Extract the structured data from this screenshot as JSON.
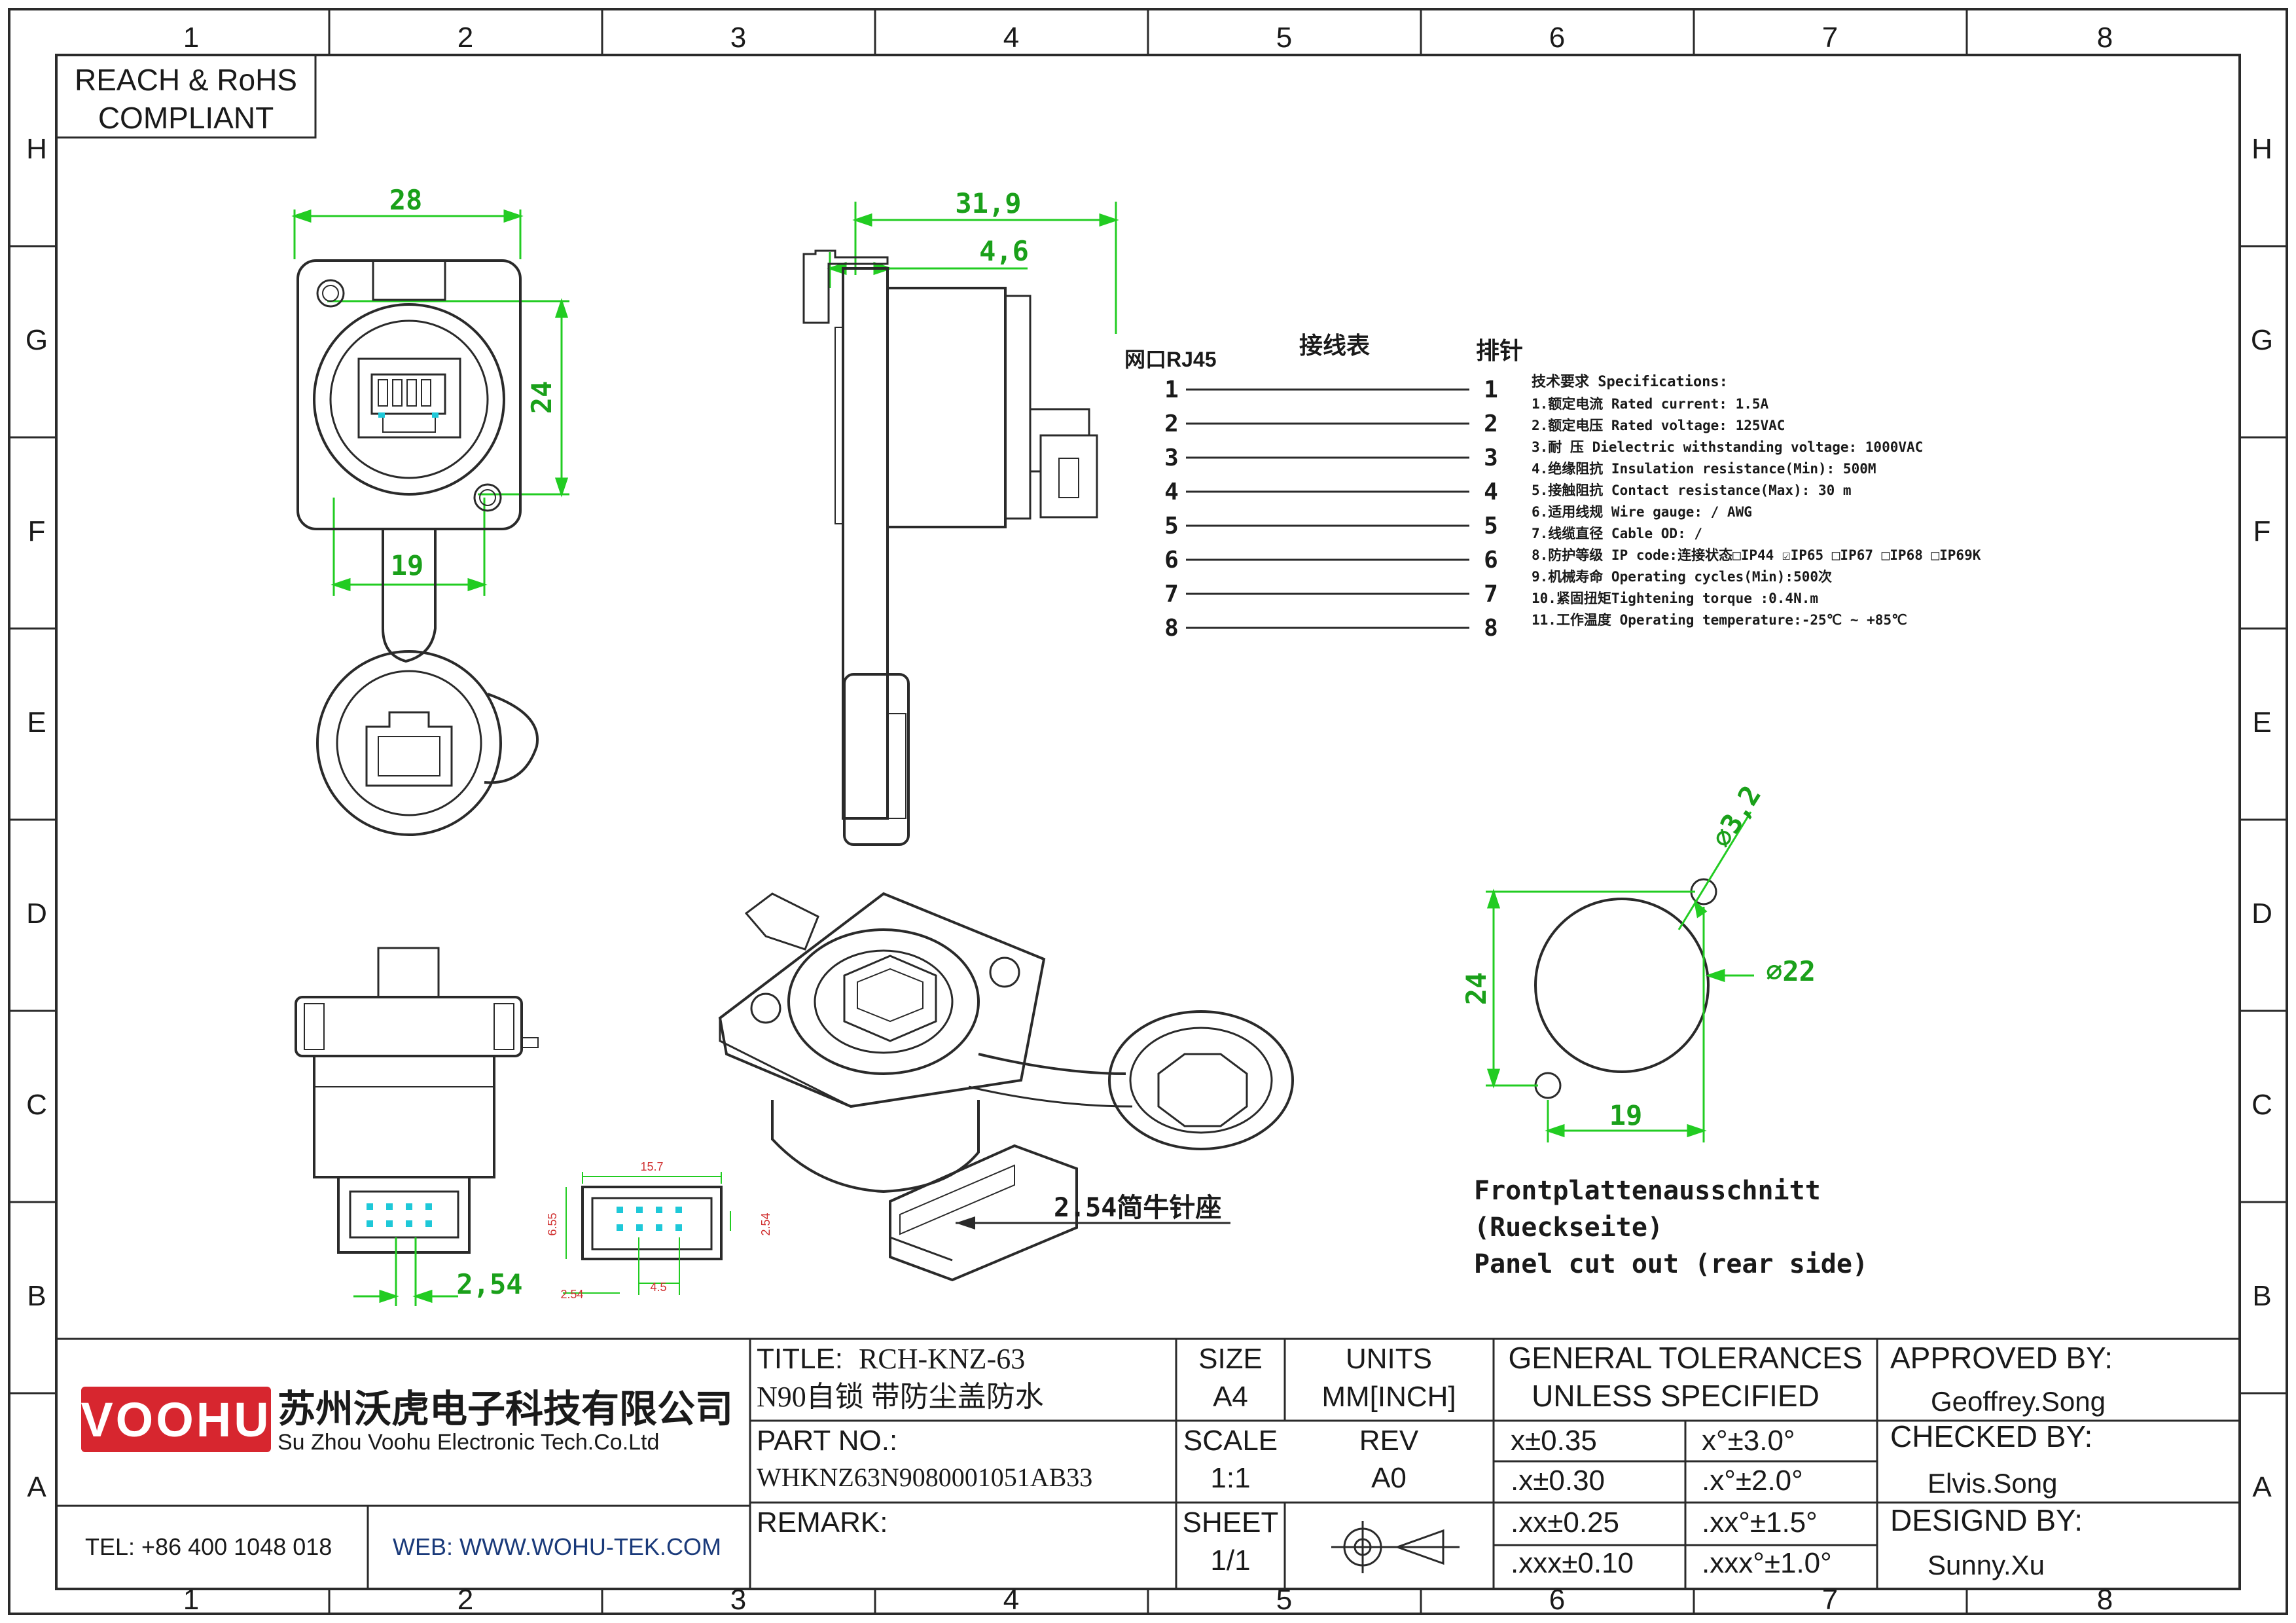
{
  "compliance": {
    "line1": "REACH & RoHS",
    "line2": "COMPLIANT"
  },
  "grid": {
    "columns": [
      "1",
      "2",
      "3",
      "4",
      "5",
      "6",
      "7",
      "8"
    ],
    "rows": [
      "H",
      "G",
      "F",
      "E",
      "D",
      "C",
      "B",
      "A"
    ]
  },
  "dimensions": {
    "front_width": "28",
    "front_height": "24",
    "front_hole_spacing": "19",
    "side_depth": "31,9",
    "side_flange": "4,6",
    "pin_pitch": "2,54",
    "header_width": "15.7",
    "header_height": "6.55",
    "header_pitch": "2.54",
    "header_pin_pitch": "2.54",
    "header_row_offset": "4.5",
    "cutout_hole": "⌀3,2",
    "cutout_diameter": "⌀22",
    "cutout_height": "24",
    "cutout_hole_spacing": "19"
  },
  "header_callout": "2.54简牛针座",
  "wiring": {
    "port_label": "网口RJ45",
    "table_label": "接线表",
    "pin_label": "排针",
    "left_pins": [
      "1",
      "2",
      "3",
      "4",
      "5",
      "6",
      "7",
      "8"
    ],
    "right_pins": [
      "1",
      "2",
      "3",
      "4",
      "5",
      "6",
      "7",
      "8"
    ]
  },
  "specs": {
    "heading": "技术要求 Specifications:",
    "items": [
      "1.额定电流 Rated current: 1.5A",
      "2.额定电压 Rated voltage: 125VAC",
      "3.耐  压 Dielectric withstanding voltage: 1000VAC",
      "4.绝缘阻抗 Insulation resistance(Min): 500M",
      "5.接触阻抗 Contact resistance(Max): 30 m",
      "6.适用线规 Wire gauge: / AWG",
      "7.线缆直径 Cable OD: /",
      "8.防护等级 IP code:连接状态□IP44 ☑IP65 □IP67 □IP68 □IP69K",
      "9.机械寿命 Operating cycles(Min):500次",
      "10.紧固扭矩Tightening torque :0.4N.m",
      "11.工作温度 Operating temperature:-25℃ ~ +85℃"
    ]
  },
  "cutout_caption": {
    "line1": "Frontplattenausschnitt",
    "line2": "(Rueckseite)",
    "line3": "Panel cut out (rear side)"
  },
  "title_block": {
    "company_logo": "VOOHU",
    "company_cn": "苏州沃虎电子科技有限公司",
    "company_en": "Su Zhou Voohu Electronic Tech.Co.Ltd",
    "tel": "TEL: +86 400 1048 018",
    "web": "WEB: WWW.WOHU-TEK.COM",
    "title_label": "TITLE:",
    "title_value": "RCH-KNZ-63",
    "title_desc": "N90自锁  带防尘盖防水",
    "part_label": "PART NO.:",
    "part_value": "WHKNZ63N9080001051AB33",
    "remark_label": "REMARK:",
    "size_label": "SIZE",
    "size_value": "A4",
    "units_label": "UNITS",
    "units_value": "MM[INCH]",
    "scale_label": "SCALE",
    "scale_value": "1:1",
    "rev_label": "REV",
    "rev_value": "A0",
    "sheet_label": "SHEET",
    "sheet_value": "1/1",
    "tol_title1": "GENERAL TOLERANCES",
    "tol_title2": "UNLESS SPECIFIED",
    "tolerances": [
      [
        "x±0.35",
        "x°±3.0°"
      ],
      [
        ".x±0.30",
        ".x°±2.0°"
      ],
      [
        ".xx±0.25",
        ".xx°±1.5°"
      ],
      [
        ".xxx±0.10",
        ".xxx°±1.0°"
      ]
    ],
    "approved_label": "APPROVED BY:",
    "approved_name": "Geoffrey.Song",
    "checked_label": "CHECKED BY:",
    "checked_name": "Elvis.Song",
    "designed_label": "DESIGND BY:",
    "designed_name": "Sunny.Xu"
  },
  "colors": {
    "dimension": "#22cc22",
    "pin": "#1ec8d8",
    "logo_red": "#d7262f",
    "line": "#2a2a2a"
  }
}
